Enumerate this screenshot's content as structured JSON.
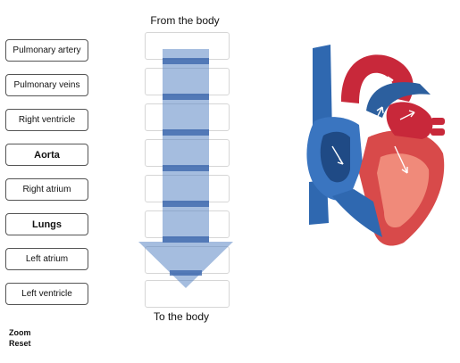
{
  "labels": [
    {
      "text": "Pulmonary artery",
      "bold": false
    },
    {
      "text": "Pulmonary veins",
      "bold": false
    },
    {
      "text": "Right ventricle",
      "bold": false
    },
    {
      "text": "Aorta",
      "bold": true
    },
    {
      "text": "Right atrium",
      "bold": false
    },
    {
      "text": "Lungs",
      "bold": true
    },
    {
      "text": "Left atrium",
      "bold": false
    },
    {
      "text": "Left ventricle",
      "bold": false
    }
  ],
  "flow": {
    "top_caption": "From the body",
    "bottom_caption": "To the body",
    "arrow_color": "#5b86c4",
    "arrow_band_color": "#3d68ad"
  },
  "heart_diagram": {
    "icon": "heart-anatomy-illustration"
  },
  "controls": {
    "zoom_label": "Zoom",
    "reset_label": "Reset"
  }
}
